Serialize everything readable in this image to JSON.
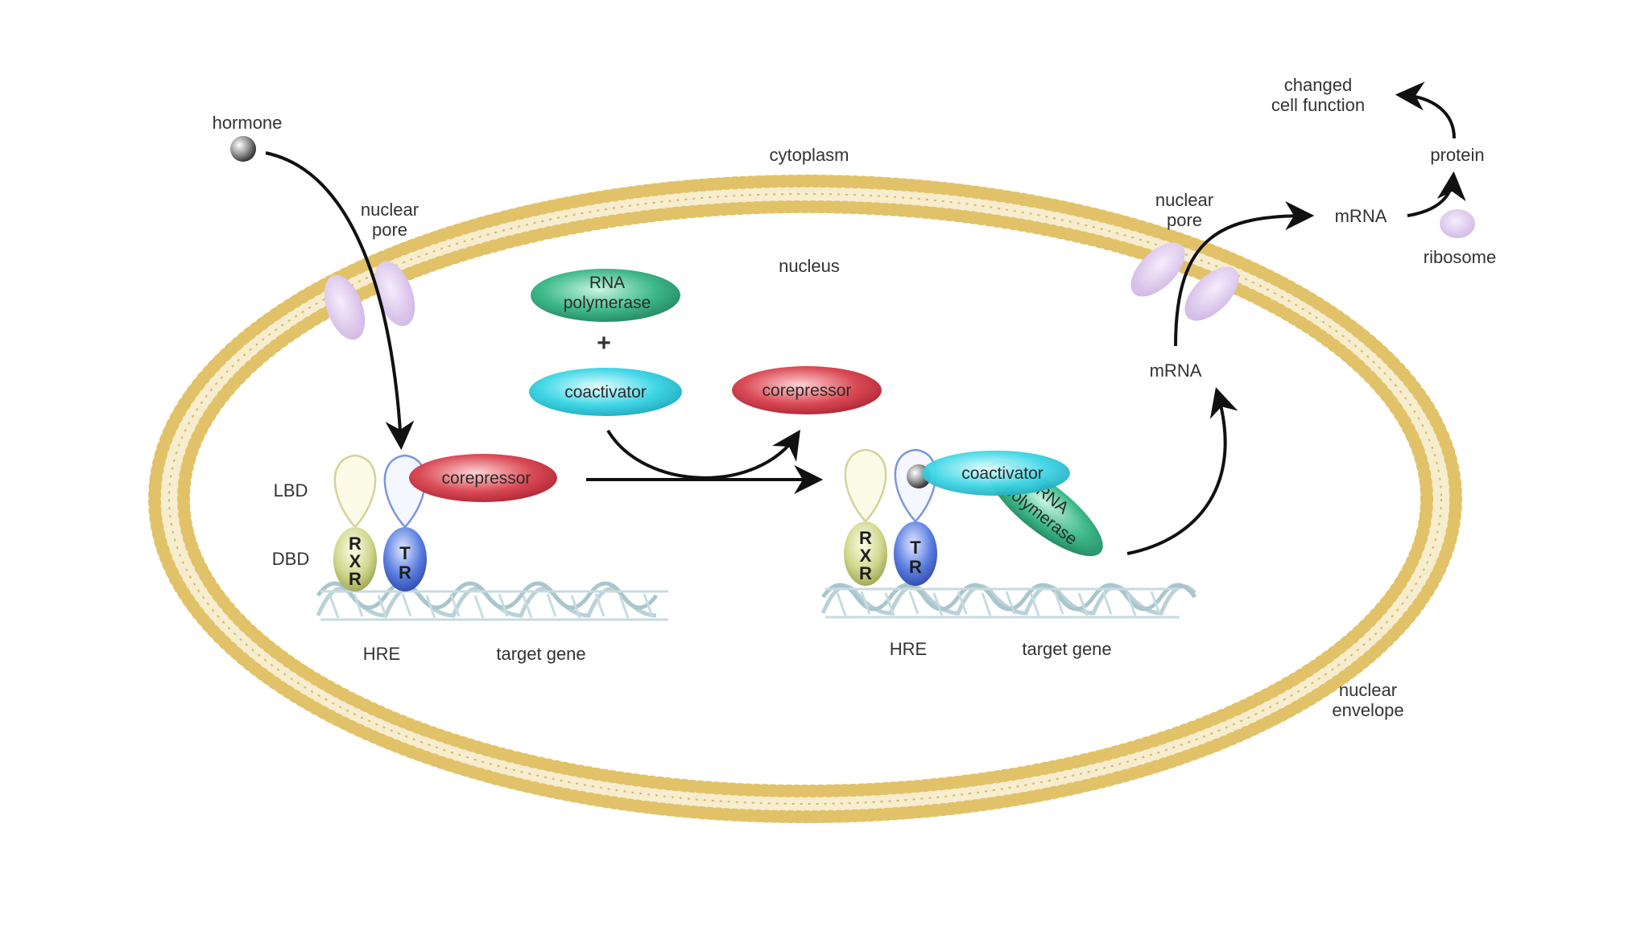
{
  "labels": {
    "hormone": "hormone",
    "nuclear_pore_left": [
      "nuclear",
      "pore"
    ],
    "cytoplasm": "cytoplasm",
    "nucleus": "nucleus",
    "nuclear_pore_right": [
      "nuclear",
      "pore"
    ],
    "mrna_inside": "mRNA",
    "mrna_outside": "mRNA",
    "protein": "protein",
    "changed_cell_function": [
      "changed",
      "cell function"
    ],
    "ribosome": "ribosome",
    "nuclear_envelope": [
      "nuclear",
      "envelope"
    ],
    "lbd": "LBD",
    "dbd": "DBD",
    "hre_left": "HRE",
    "target_gene_left": "target gene",
    "hre_right": "HRE",
    "target_gene_right": "target gene",
    "plus": "+"
  },
  "molecules": {
    "rna_polymerase": [
      "RNA",
      "polymerase"
    ],
    "coactivator": "coactivator",
    "corepressor_released": "corepressor",
    "corepressor_bound": "corepressor",
    "coactivator_bound": "coactivator",
    "rna_polymerase_bound": [
      "RNA",
      "polymerase"
    ]
  },
  "receptors": {
    "rxr": [
      "R",
      "X",
      "R"
    ],
    "tr": [
      "T",
      "R"
    ]
  },
  "colors": {
    "membrane": "#e6c874",
    "membrane_dark": "#c9a84e",
    "pore": "#dcc6ec",
    "rna_polymerase": "#3db88a",
    "coactivator": "#3fd6e6",
    "corepressor": "#d94a55",
    "rxr": "#cfd78c",
    "tr": "#5a7de0",
    "dna": "#b9d2d8",
    "arrow": "#111111"
  }
}
